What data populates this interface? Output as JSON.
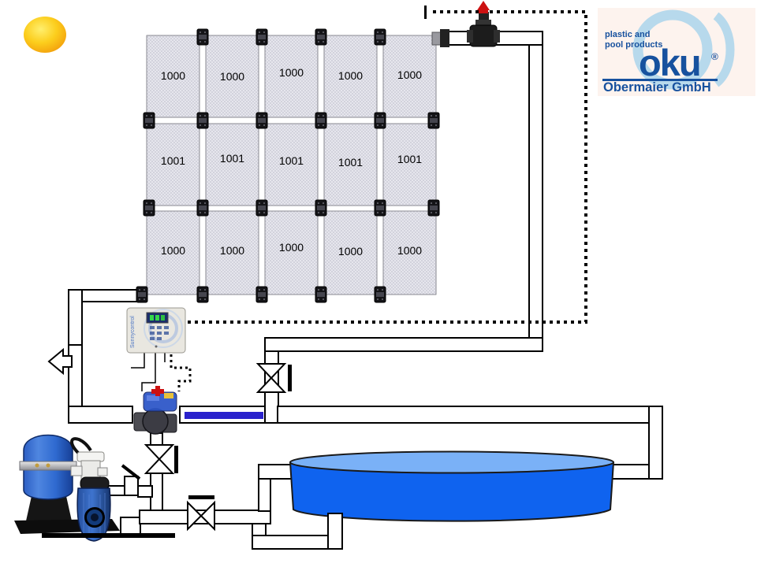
{
  "colors": {
    "pool_body": "#0f63ef",
    "pool_rim": "#7ab1f7",
    "flow_pipe_blue": "#2a22cc",
    "brand_blue": "#17519e",
    "brand_light_blue": "#b7d9ec",
    "sun_yellow": "#fcc916",
    "valve_red": "#cc1111"
  },
  "solar_panels": {
    "rows": [
      {
        "labels": [
          "1000",
          "1000",
          "1000",
          "1000",
          "1000"
        ]
      },
      {
        "labels": [
          "1001",
          "1001",
          "1001",
          "1001",
          "1001"
        ]
      },
      {
        "labels": [
          "1000",
          "1000",
          "1000",
          "1000",
          "1000"
        ]
      }
    ]
  },
  "logo": {
    "tagline1": "plastic and",
    "tagline2": "pool products",
    "brand": "oku",
    "registered": "®",
    "company": "Obermaier GmbH"
  },
  "controller": {
    "label": "Sunnycontrol"
  }
}
